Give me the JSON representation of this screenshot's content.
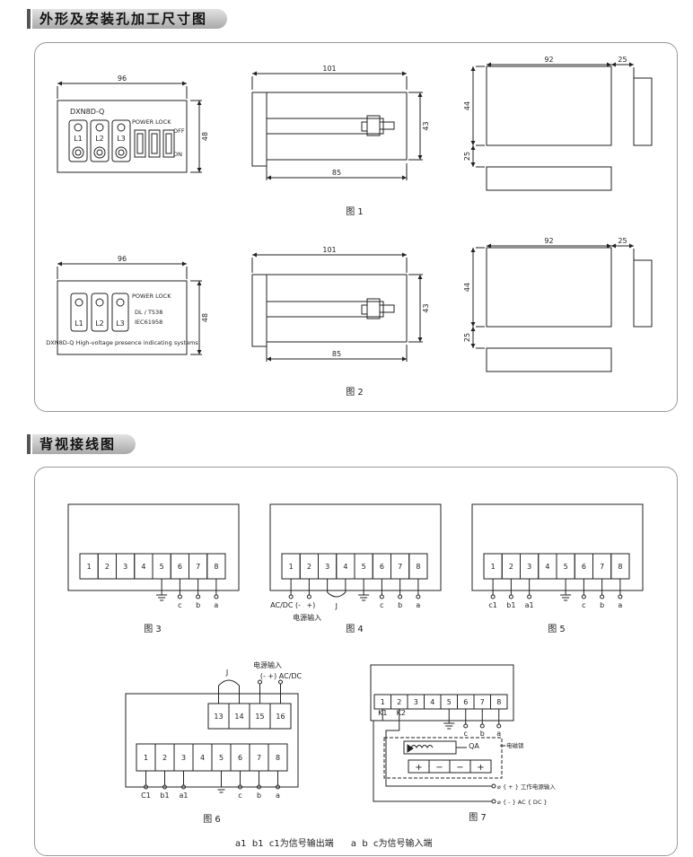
{
  "section1": {
    "title": "外形及安装孔加工尺寸图"
  },
  "section2": {
    "title": "背视接线图"
  },
  "fig1": {
    "caption": "图 1",
    "dim_front_width": "96",
    "dim_front_height": "48",
    "model": "DXN8D-Q",
    "lamps": [
      "L1",
      "L2",
      "L3"
    ],
    "power_lock": "POWER LOCK",
    "off": "OFF",
    "on": "ON",
    "dim_side_total": "101",
    "dim_side_body": "85",
    "dim_side_height": "43",
    "dim_cut_width": "92",
    "dim_cut_gap": "25",
    "dim_cut_height": "44",
    "dim_cut_vgap": "25"
  },
  "fig2": {
    "caption": "图 2",
    "dim_front_width": "96",
    "dim_front_height": "48",
    "lamps": [
      "L1",
      "L2",
      "L3"
    ],
    "power_lock": "POWER  LOCK",
    "std1": "DL / T538",
    "std2": "IEC61958",
    "subtitle": "DXN8D-Q High-voltage presence indicating systems",
    "dim_side_total": "101",
    "dim_side_body": "85",
    "dim_side_height": "43",
    "dim_cut_width": "92",
    "dim_cut_gap": "25",
    "dim_cut_height": "44",
    "dim_cut_vgap": "25"
  },
  "terminals8": [
    "1",
    "2",
    "3",
    "4",
    "5",
    "6",
    "7",
    "8"
  ],
  "terminals_aux": [
    "13",
    "14",
    "15",
    "16"
  ],
  "fig3": {
    "caption": "图 3",
    "labels": [
      "c",
      "b",
      "a"
    ]
  },
  "fig4": {
    "caption": "图 4",
    "ac_dc": "AC/DC (-",
    "plus": "+)",
    "power_in": "电源输入",
    "j": "J",
    "labels": [
      "c",
      "b",
      "a"
    ]
  },
  "fig5": {
    "caption": "图 5",
    "labels": [
      "c1",
      "b1",
      "a1",
      "c",
      "b",
      "a"
    ]
  },
  "fig6": {
    "caption": "图 6",
    "power_in": "电源输入",
    "polarity": "(-   +)  AC/DC",
    "j": "J",
    "labels": [
      "C1",
      "b1",
      "a1",
      "c",
      "b",
      "a"
    ]
  },
  "fig7": {
    "caption": "图 7",
    "k1": "K1",
    "k2": "K2",
    "labels": [
      "c",
      "b",
      "a"
    ],
    "qa": "QA",
    "lock": "电磁锁",
    "plus_line": "⌀ { + } 工作电源输入",
    "minus_line": "⌀ { - } AC { DC }"
  },
  "footnote": "a1  b1  c1为信号输出端      a  b  c为信号输入端"
}
